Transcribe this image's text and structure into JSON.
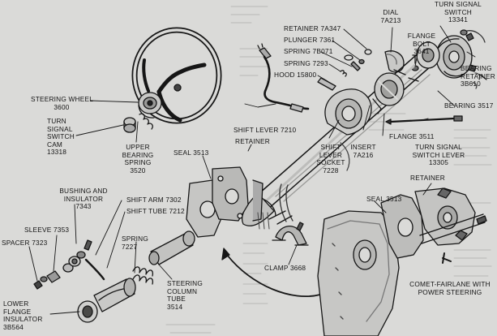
{
  "colors": {
    "paper": "#dadad8",
    "ink": "#161616",
    "gray": "#7a7a7a",
    "light": "#bdbdbb"
  },
  "labels": {
    "steering_wheel": "STEERING WHEEL",
    "steering_wheel_no": "3600",
    "turn_signal_cam": [
      "TURN",
      "SIGNAL",
      "SWITCH",
      "CAM",
      "13318"
    ],
    "upper_bearing_spring": [
      "UPPER",
      "BEARING",
      "SPRING",
      "3520"
    ],
    "retainer_7a347": "RETAINER 7A347",
    "plunger": "PLUNGER 7361",
    "spring_7b071": "SPRING 7B071",
    "spring_7293": "SPRING 7293",
    "hood": "HOOD 15800",
    "dial": [
      "DIAL",
      "7A213"
    ],
    "flange_bolt": [
      "FLANGE",
      "BOLT",
      "3641"
    ],
    "turn_signal_switch": [
      "TURN SIGNAL",
      "SWITCH",
      "13341"
    ],
    "bearing_retainer": [
      "BEARING",
      "RETAINER",
      "3B610"
    ],
    "bearing_3517": "BEARING 3517",
    "shift_lever": "SHIFT LEVER 7210",
    "retainer": "RETAINER",
    "seal_left": "SEAL 3513",
    "insert": [
      "INSERT",
      "7A216"
    ],
    "shift_lever_socket": [
      "SHIFT",
      "LEVER",
      "SOCKET",
      "7228"
    ],
    "flange_3511": "FLANGE 3511",
    "turn_signal_switch_lever": [
      "TURN SIGNAL",
      "SWITCH LEVER",
      "13305"
    ],
    "bushing_insulator": [
      "BUSHING AND",
      "INSULATOR",
      "7343"
    ],
    "shift_arm": "SHIFT ARM 7302",
    "shift_tube": "SHIFT TUBE 7212",
    "sleeve": "SLEEVE 7353",
    "spacer": "SPACER 7323",
    "spring_7227": [
      "SPRING",
      "7227"
    ],
    "clamp": "CLAMP 3668",
    "seal_right": "SEAL 3513",
    "retainer_right": "RETAINER",
    "steering_column_tube": [
      "STEERING",
      "COLUMN",
      "TUBE",
      "3514"
    ],
    "lower_flange_insulator": [
      "LOWER",
      "FLANGE",
      "INSULATOR",
      "3B564"
    ],
    "comet_fairlane": [
      "COMET-FAIRLANE WITH",
      "POWER STEERING"
    ]
  }
}
